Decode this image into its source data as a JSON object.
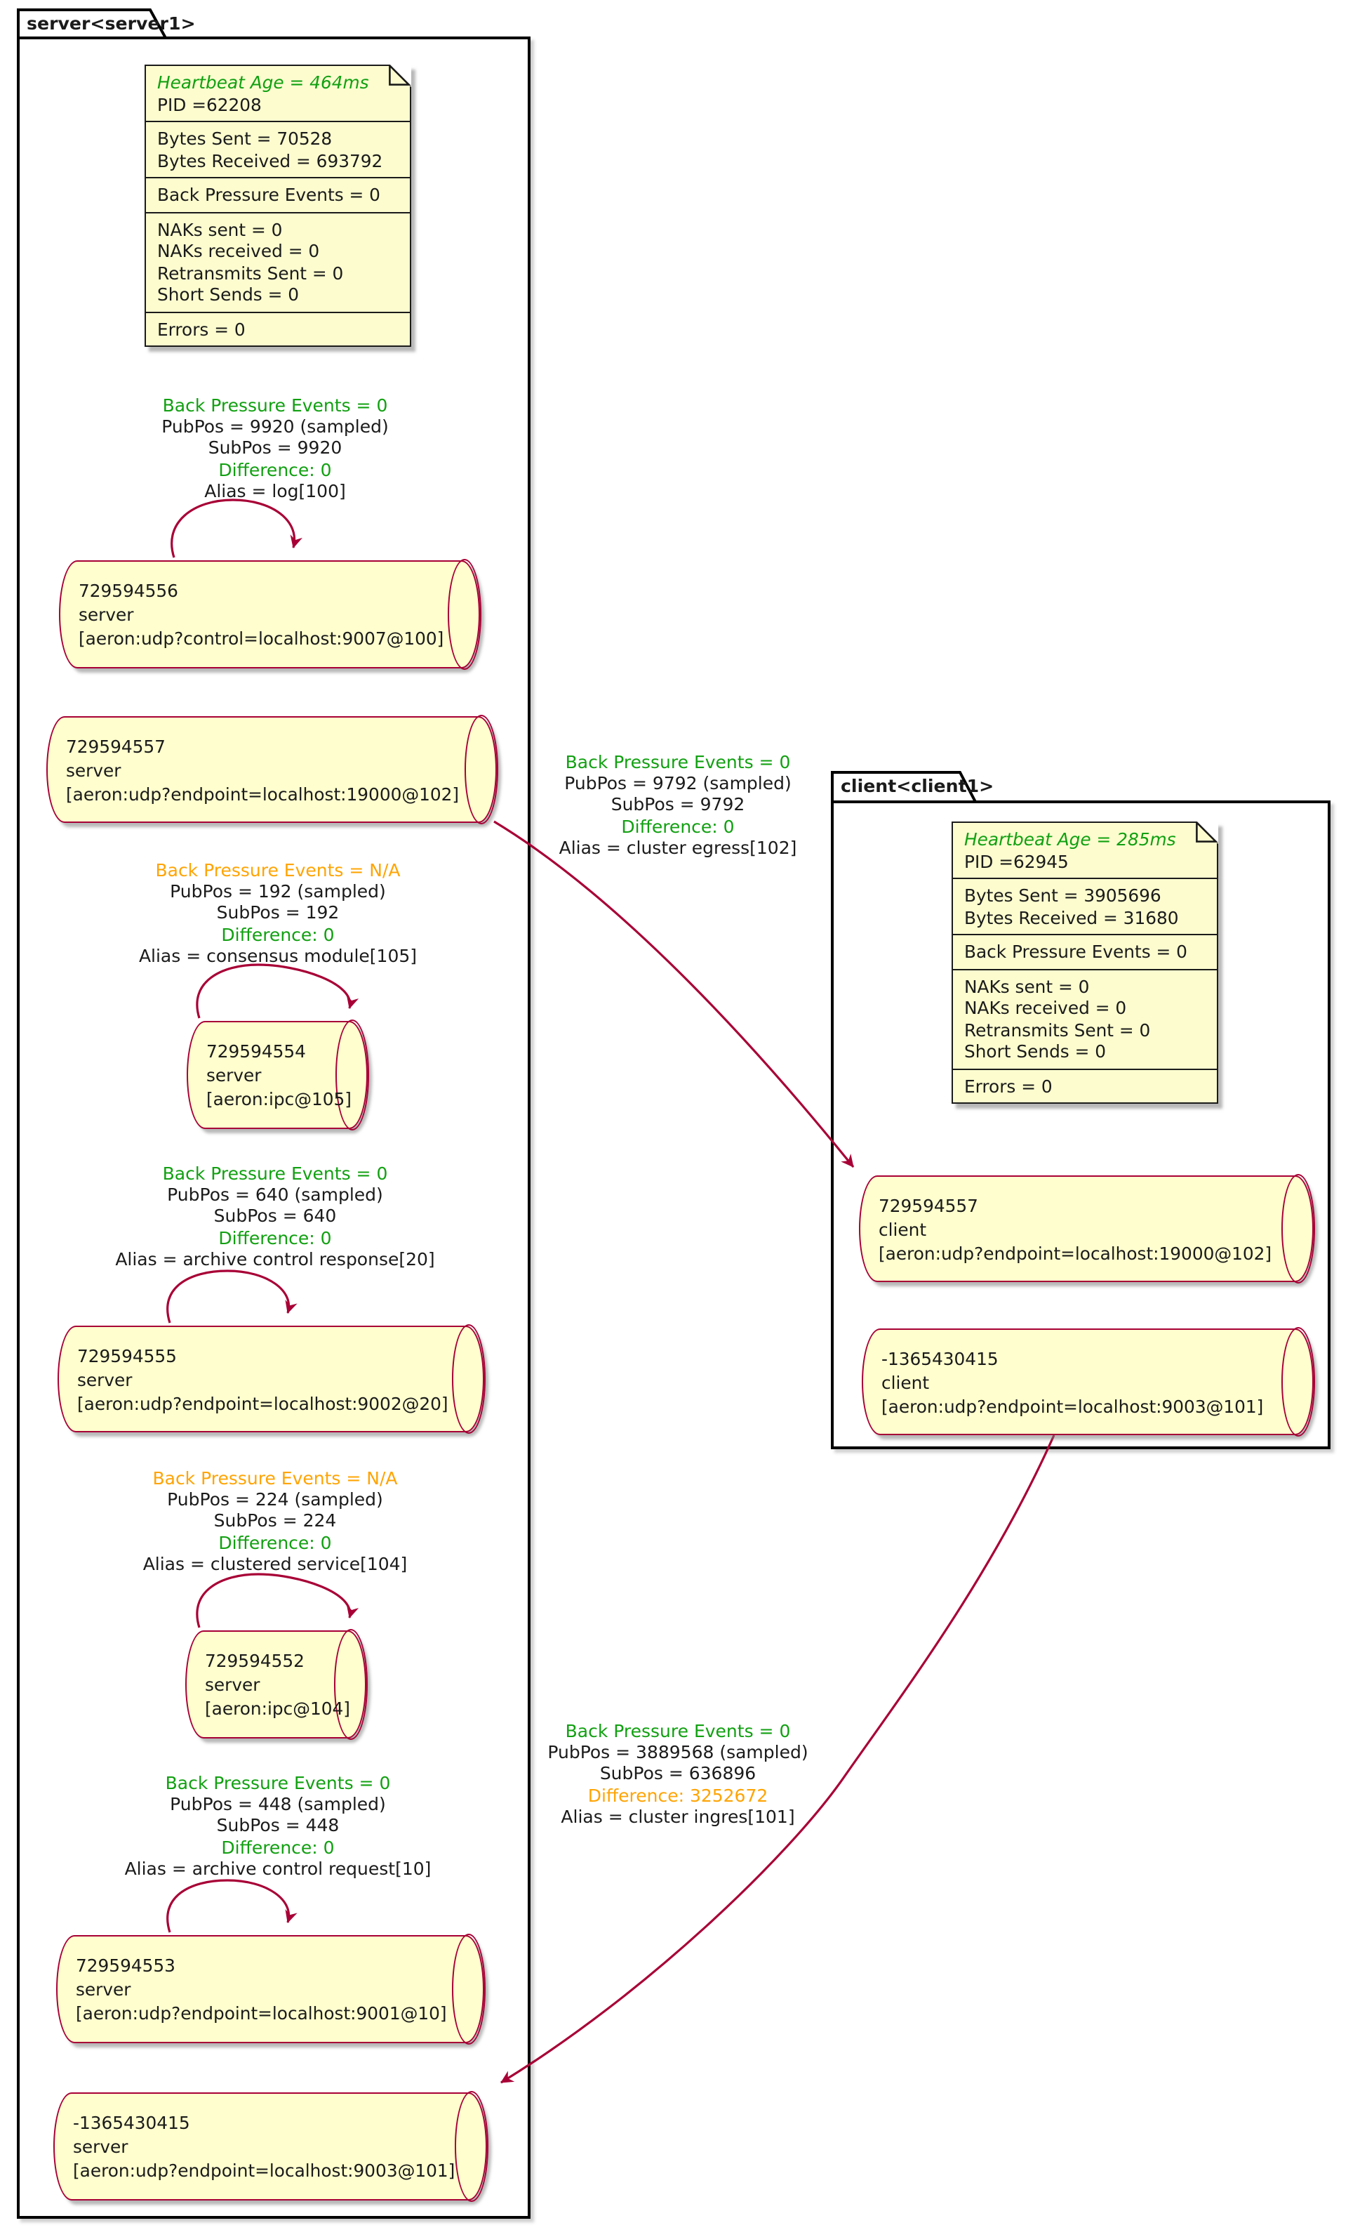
{
  "colors": {
    "green": "#11A011",
    "orange": "#FFA404",
    "line": "#A80036",
    "queue_fill": "#FEFECE",
    "note_fill": "#FCFCCF"
  },
  "frames": {
    "server": {
      "title": "server<server1>"
    },
    "client": {
      "title": "client<client1>"
    }
  },
  "notes": {
    "server": {
      "heartbeat": "Heartbeat Age = 464ms",
      "pid": "PID =62208",
      "bytes_sent": "Bytes Sent = 70528",
      "bytes_received": "Bytes Received = 693792",
      "back_pressure": "Back Pressure Events = 0",
      "naks_sent": "NAKs sent = 0",
      "naks_received": "NAKs received = 0",
      "retransmits": "Retransmits Sent = 0",
      "short_sends": "Short Sends = 0",
      "errors": "Errors = 0"
    },
    "client": {
      "heartbeat": "Heartbeat Age = 285ms",
      "pid": "PID =62945",
      "bytes_sent": "Bytes Sent = 3905696",
      "bytes_received": "Bytes Received = 31680",
      "back_pressure": "Back Pressure Events = 0",
      "naks_sent": "NAKs sent = 0",
      "naks_received": "NAKs received = 0",
      "retransmits": "Retransmits Sent = 0",
      "short_sends": "Short Sends = 0",
      "errors": "Errors = 0"
    }
  },
  "stats": {
    "log": {
      "back_pressure": "Back Pressure Events = 0",
      "pub_pos": "PubPos = 9920 (sampled)",
      "sub_pos": "SubPos = 9920",
      "difference": "Difference: 0",
      "alias": "Alias = log[100]"
    },
    "egress": {
      "back_pressure": "Back Pressure Events = 0",
      "pub_pos": "PubPos = 9792 (sampled)",
      "sub_pos": "SubPos = 9792",
      "difference": "Difference: 0",
      "alias": "Alias = cluster egress[102]"
    },
    "consensus": {
      "back_pressure": "Back Pressure Events = N/A",
      "pub_pos": "PubPos = 192 (sampled)",
      "sub_pos": "SubPos = 192",
      "difference": "Difference: 0",
      "alias": "Alias = consensus module[105]"
    },
    "archive_response": {
      "back_pressure": "Back Pressure Events = 0",
      "pub_pos": "PubPos = 640 (sampled)",
      "sub_pos": "SubPos = 640",
      "difference": "Difference: 0",
      "alias": "Alias = archive control response[20]"
    },
    "clustered_service": {
      "back_pressure": "Back Pressure Events = N/A",
      "pub_pos": "PubPos = 224 (sampled)",
      "sub_pos": "SubPos = 224",
      "difference": "Difference: 0",
      "alias": "Alias = clustered service[104]"
    },
    "archive_request": {
      "back_pressure": "Back Pressure Events = 0",
      "pub_pos": "PubPos = 448 (sampled)",
      "sub_pos": "SubPos = 448",
      "difference": "Difference: 0",
      "alias": "Alias = archive control request[10]"
    },
    "ingress": {
      "back_pressure": "Back Pressure Events = 0",
      "pub_pos": "PubPos = 3889568 (sampled)",
      "sub_pos": "SubPos = 636896",
      "difference": "Difference: 3252672",
      "alias": "Alias = cluster ingres[101]"
    }
  },
  "queues": {
    "q729594556": {
      "id": "729594556",
      "owner": "server",
      "channel": "[aeron:udp?control=localhost:9007@100]"
    },
    "q729594557_server": {
      "id": "729594557",
      "owner": "server",
      "channel": "[aeron:udp?endpoint=localhost:19000@102]"
    },
    "q729594554": {
      "id": "729594554",
      "owner": "server",
      "channel": "[aeron:ipc@105]"
    },
    "q729594555": {
      "id": "729594555",
      "owner": "server",
      "channel": "[aeron:udp?endpoint=localhost:9002@20]"
    },
    "q729594552": {
      "id": "729594552",
      "owner": "server",
      "channel": "[aeron:ipc@104]"
    },
    "q729594553": {
      "id": "729594553",
      "owner": "server",
      "channel": "[aeron:udp?endpoint=localhost:9001@10]"
    },
    "qneg1365430415_server": {
      "id": "-1365430415",
      "owner": "server",
      "channel": "[aeron:udp?endpoint=localhost:9003@101]"
    },
    "q729594557_client": {
      "id": "729594557",
      "owner": "client",
      "channel": "[aeron:udp?endpoint=localhost:19000@102]"
    },
    "qneg1365430415_client": {
      "id": "-1365430415",
      "owner": "client",
      "channel": "[aeron:udp?endpoint=localhost:9003@101]"
    }
  }
}
